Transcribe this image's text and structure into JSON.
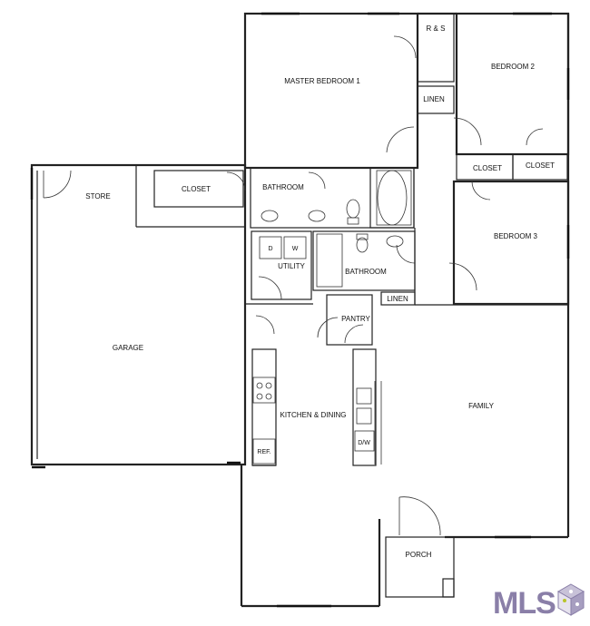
{
  "rooms": {
    "master_bedroom": "MASTER BEDROOM 1",
    "r_and_s": "R & S",
    "bedroom2": "BEDROOM 2",
    "linen_top": "LINEN",
    "store": "STORE",
    "closet_master": "CLOSET",
    "bathroom_master": "BATHROOM",
    "closet_b2": "CLOSET",
    "closet_b3": "CLOSET",
    "bedroom3": "BEDROOM 3",
    "utility": "UTILITY",
    "bathroom_hall": "BATHROOM",
    "linen_hall": "LINEN",
    "pantry": "PANTRY",
    "garage": "GARAGE",
    "kitchen_dining": "KITCHEN & DINING",
    "family": "FAMILY",
    "porch": "PORCH"
  },
  "appliances": {
    "dryer": "D",
    "washer": "W",
    "dishwasher": "D/W",
    "refrigerator": "REF."
  },
  "logo": {
    "text": "MLS",
    "name": "mls-logo"
  }
}
